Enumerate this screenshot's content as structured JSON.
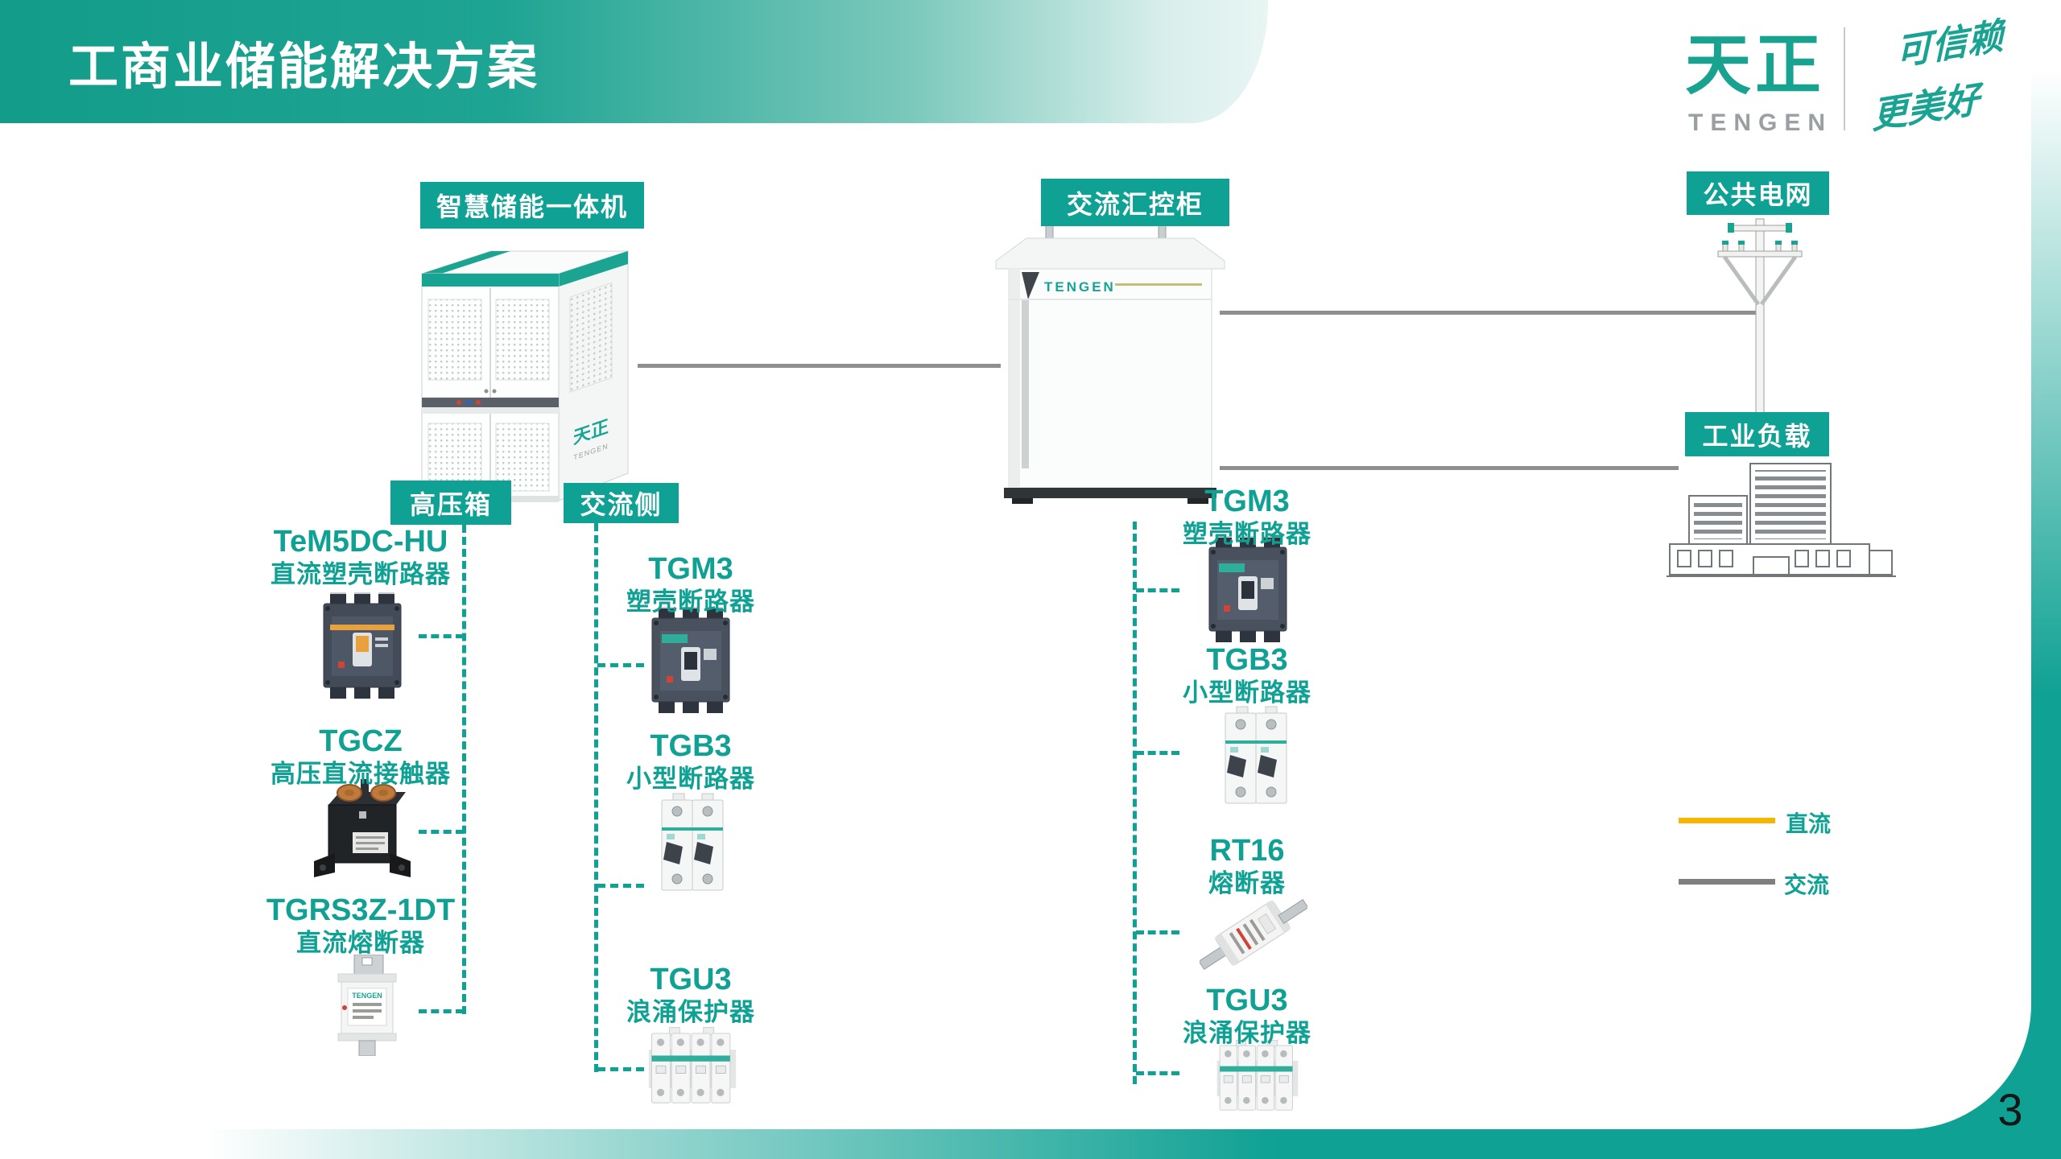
{
  "header": {
    "title": "工商业储能解决方案"
  },
  "brand": {
    "logo_cn": "天正",
    "logo_en": "TENGEN",
    "slogan_top": "可信赖",
    "slogan_bottom": "更美好"
  },
  "page_number": "3",
  "labels": {
    "ess": "智慧储能一体机",
    "ac_cabinet": "交流汇控柜",
    "grid": "公共电网",
    "load": "工业负载",
    "hv_box": "高压箱",
    "ac_side": "交流侧"
  },
  "products": {
    "hv": [
      {
        "model": "TeM5DC-HU",
        "name": "直流塑壳断路器"
      },
      {
        "model": "TGCZ",
        "name": "高压直流接触器"
      },
      {
        "model": "TGRS3Z-1DT",
        "name": "直流熔断器"
      }
    ],
    "ac_side": [
      {
        "model": "TGM3",
        "name": "塑壳断路器"
      },
      {
        "model": "TGB3",
        "name": "小型断路器"
      },
      {
        "model": "TGU3",
        "name": "浪涌保护器"
      }
    ],
    "ac_cabinet": [
      {
        "model": "TGM3",
        "name": "塑壳断路器"
      },
      {
        "model": "TGB3",
        "name": "小型断路器"
      },
      {
        "model": "RT16",
        "name": "熔断器"
      },
      {
        "model": "TGU3",
        "name": "浪涌保护器"
      }
    ]
  },
  "legend": [
    {
      "label": "直流",
      "color": "#F5B500"
    },
    {
      "label": "交流",
      "color": "#7F7F7F"
    }
  ],
  "cabinet_brand": {
    "ess_logo_cn": "天正",
    "ess_logo_en": "TENGEN",
    "ac_logo": "TENGEN"
  },
  "colors": {
    "primary": "#0FA193",
    "header_gradient_start": "#139C8A",
    "header_gradient_end": "#E8F5F3",
    "dc_line": "#F5B500",
    "ac_line": "#8F8F8F"
  }
}
